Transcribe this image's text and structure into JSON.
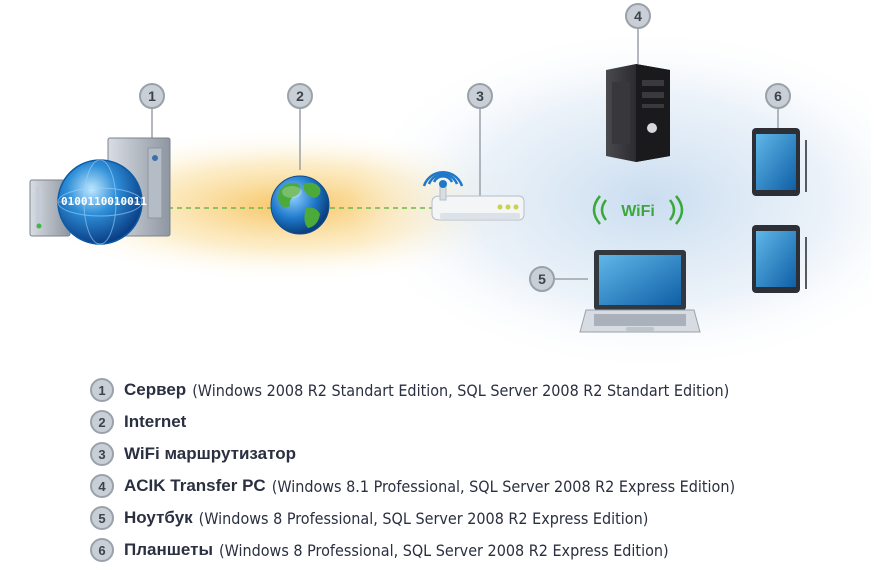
{
  "diagram": {
    "server_binary": "0100110010011",
    "wifi_label": "WiFi",
    "badges": [
      "1",
      "2",
      "3",
      "4",
      "5",
      "6"
    ]
  },
  "legend": [
    {
      "num": "1",
      "name": "Сервер",
      "detail": "(Windows 2008 R2 Standart Edition, SQL Server 2008 R2 Standart Edition)"
    },
    {
      "num": "2",
      "name": "Internet",
      "detail": ""
    },
    {
      "num": "3",
      "name": "WiFi маршрутизатор",
      "detail": ""
    },
    {
      "num": "4",
      "name": "ACIK Transfer PC",
      "detail": "(Windows 8.1 Professional, SQL Server 2008 R2 Express Edition)"
    },
    {
      "num": "5",
      "name": "Ноутбук",
      "detail": "(Windows 8 Professional, SQL Server 2008 R2 Express Edition)"
    },
    {
      "num": "6",
      "name": "Планшеты",
      "detail": "(Windows 8 Professional, SQL Server 2008 R2 Express Edition)"
    }
  ],
  "colors": {
    "badge_fill": "#c9cfd6",
    "badge_border": "#9aa1a9",
    "link_dashed": "#6fb848",
    "wifi_green": "#3aa83a",
    "glow_left": "#f5c45a",
    "glow_right": "#cfe0f2"
  }
}
